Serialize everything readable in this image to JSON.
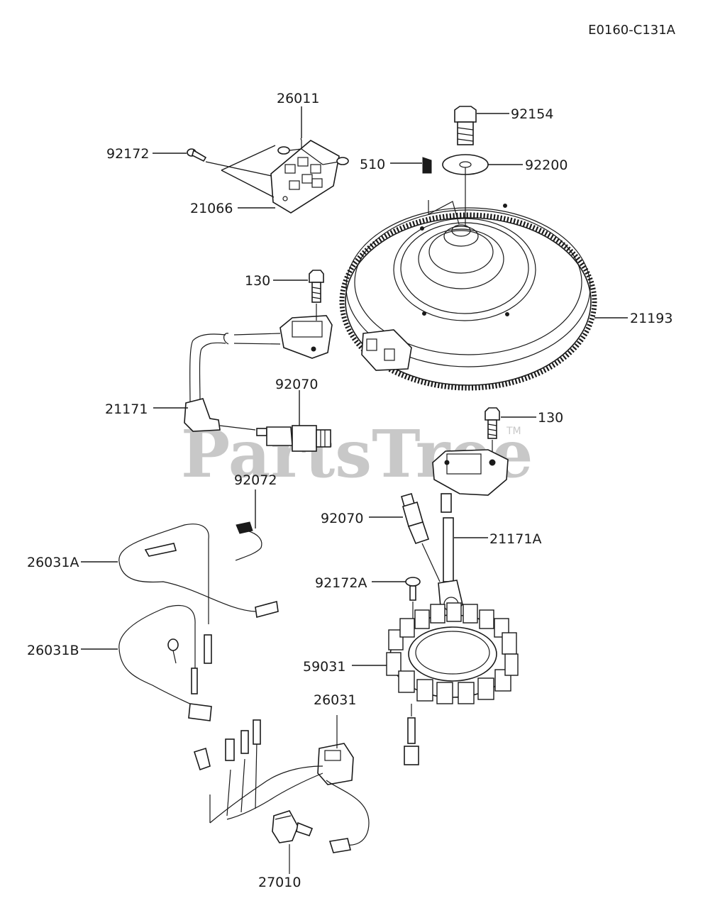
{
  "diagram_code": "E0160-C131A",
  "watermark": "PartsTree",
  "watermark_tm": "TM",
  "parts": {
    "p26011": "26011",
    "p92172": "92172",
    "p21066": "21066",
    "p92154": "92154",
    "p92200": "92200",
    "p510": "510",
    "p130a": "130",
    "p21193": "21193",
    "p92070a": "92070",
    "p21171": "21171",
    "p130b": "130",
    "p92072": "92072",
    "p92070b": "92070",
    "p21171A": "21171A",
    "p26031A": "26031A",
    "p92172A": "92172A",
    "p26031B": "26031B",
    "p59031": "59031",
    "p26031": "26031",
    "p27010": "27010"
  }
}
